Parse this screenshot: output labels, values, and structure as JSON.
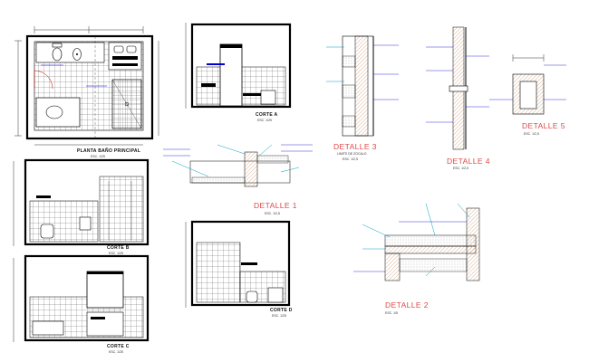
{
  "sheet": {
    "background": "#ffffff",
    "line_color": "#000000",
    "annotation_color": "#0000cc",
    "accent_color": "#00a0c0",
    "detail_title_color": "#e04848"
  },
  "views": {
    "plan": {
      "title": "PLANTA BAÑO PRINCIPAL",
      "scale": "ESC. 1/25"
    },
    "corte_a": {
      "title": "CORTE A",
      "scale": "ESC. 1/25"
    },
    "corte_b": {
      "title": "CORTE B",
      "scale": "ESC. 1/25"
    },
    "corte_c": {
      "title": "CORTE C",
      "scale": "ESC. 1/25"
    },
    "corte_d": {
      "title": "CORTE D",
      "scale": "ESC. 1/25"
    }
  },
  "details": {
    "d1": {
      "title": "DETALLE 1",
      "scale": "ESC. 1/2,5"
    },
    "d2": {
      "title": "DETALLE 2",
      "scale": "ESC. 1/5"
    },
    "d3": {
      "title": "DETALLE 3",
      "subtitle": "LIMITE DE ZOCALO",
      "scale": "ESC. 1/2,5"
    },
    "d4": {
      "title": "DETALLE 4",
      "scale": "ESC. 1/2,5"
    },
    "d5": {
      "title": "DETALLE 5",
      "scale": "ESC. 1/2,5"
    }
  },
  "icons": [
    "toilet-icon",
    "bidet-icon",
    "sink-icon",
    "bathtub-icon",
    "shower-icon"
  ]
}
